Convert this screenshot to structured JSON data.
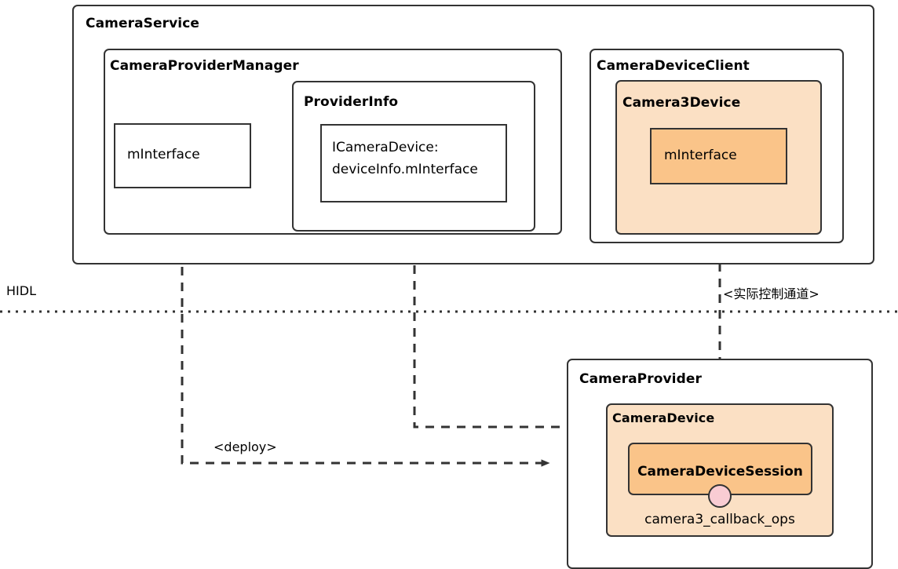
{
  "diagram": {
    "title_hidden": "Android Camera HAL HIDL component diagram",
    "colors": {
      "stroke": "#333333",
      "fill_light_orange": "#fbe0c4",
      "fill_deep_orange": "#fac489",
      "fill_pink": "#f9ccd3",
      "background": "#ffffff"
    }
  },
  "layers": {
    "hidl_label": "HIDL"
  },
  "camera_service": {
    "title": "CameraService",
    "provider_manager": {
      "title": "CameraProviderManager",
      "minterface": {
        "label": "mInterface",
        "icon": "uml-component-icon"
      },
      "provider_info": {
        "title": "ProviderInfo",
        "icamera_device": {
          "label_line1": "ICameraDevice:",
          "label_line2": "deviceInfo.mInterface",
          "icon": "uml-component-icon"
        }
      }
    },
    "device_client": {
      "title": "CameraDeviceClient",
      "camera3_device": {
        "title": "Camera3Device",
        "minterface": {
          "label": "mInterface",
          "icon": "uml-component-icon"
        }
      }
    }
  },
  "camera_provider": {
    "title": "CameraProvider",
    "camera_device": {
      "title": "CameraDevice",
      "session": {
        "title": "CameraDeviceSession",
        "callback_port": "socket-circle-icon"
      },
      "callback_ops_label": "camera3_callback_ops"
    }
  },
  "connectors": {
    "deploy_label": "<deploy>",
    "control_channel_label": "<实际控制通道>"
  }
}
